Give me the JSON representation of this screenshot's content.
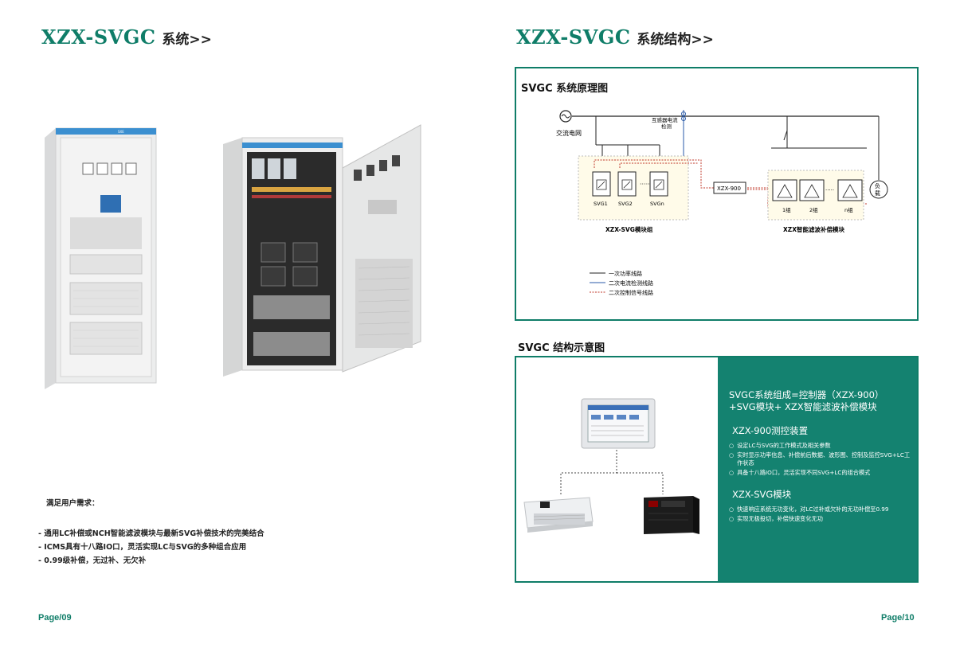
{
  "left_page": {
    "title_en": "XZX-SVGC",
    "title_cn": "系统>>",
    "cabinet_label": "SXE",
    "needs_heading": "满足用户需求：",
    "needs": [
      "- 通用LC补偿或NCH智能滤波模块与最新SVG补偿技术的完美结合",
      "- ICMS具有十八路IO口，灵活实现LC与SVG的多种组合应用",
      "- 0.99级补偿，无过补、无欠补"
    ],
    "footer": "Page/09"
  },
  "right_page": {
    "title_en": "XZX-SVGC",
    "title_cn": "系统结构>>",
    "footer": "Page/10",
    "diagram": {
      "title": "SVGC 系统原理图",
      "grid_label": "交流电网",
      "ct_label_1": "互感器电流",
      "ct_label_2": "检测",
      "svg_labels": [
        "SVG1",
        "SVG2",
        "SVGn"
      ],
      "svg_group_label": "XZX-SVG模块组",
      "controller_label": "XZX-900",
      "filter_labels": [
        "1组",
        "2组",
        "n组"
      ],
      "filter_group_label": "XZX智能滤波补偿模块",
      "load_label_1": "负",
      "load_label_2": "载",
      "legend": [
        {
          "label": "一次功率线路",
          "color": "#222222"
        },
        {
          "label": "二次电流检测线路",
          "color": "#2a5aa8"
        },
        {
          "label": "二次控制信号线路",
          "color": "#c0392b"
        }
      ]
    },
    "structure": {
      "title": "SVGC 结构示意图",
      "panel_title_line1": "SVGC系统组成=控制器（XZX-900）",
      "panel_title_line2": "+SVG模块+ XZX智能滤波补偿模块",
      "section1_title": "XZX-900测控装置",
      "section1_bullets": [
        "设定LC与SVG的工作模式及相关参数",
        "实时显示功率信息、补偿前后数据、波形图、控制及监控SVG+LC工作状态",
        "具备十八路IO口，灵活实现不同SVG+LC的组合模式"
      ],
      "section2_title": "XZX-SVG模块",
      "section2_bullets": [
        "快速响应系统无功变化，对LC过补或欠补的无功补偿至0.99",
        "实现无极投切，补偿快速变化无功"
      ],
      "accent_color": "#148270"
    }
  }
}
